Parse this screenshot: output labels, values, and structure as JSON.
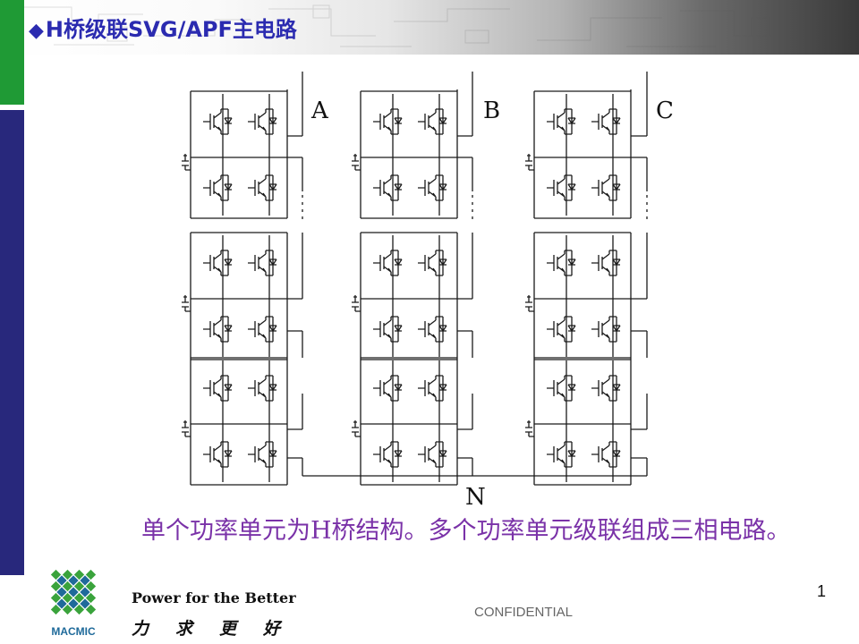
{
  "title": "H桥级联SVG/APF主电路",
  "title_bullet": "◆",
  "diagram": {
    "phase_labels": [
      "A",
      "B",
      "C"
    ],
    "neutral_label": "N",
    "rows": 3
  },
  "caption": "单个功率单元为H桥结构。多个功率单元级联组成三相电路。",
  "footer": {
    "logo_word": "MACMIC",
    "slogan_en": "Power for the Better",
    "slogan_cn": "力求更好",
    "confidential": "CONFIDENTIAL",
    "page_number": "1"
  },
  "colors": {
    "title": "#2b2bb0",
    "caption": "#7a32a8",
    "accent_green": "#1f9a35",
    "accent_navy": "#28287c",
    "logo_blue": "#1f6a9a",
    "logo_green": "#3aa33c"
  }
}
